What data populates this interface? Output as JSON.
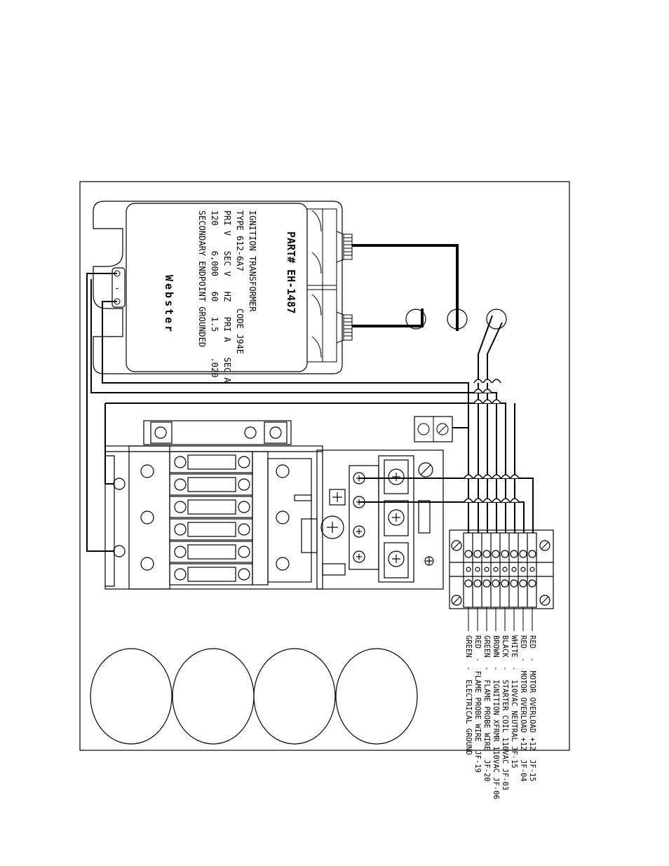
{
  "transformer": {
    "part_number": "PART# EH-1487",
    "line1": "IGNITION TRANSFORMER",
    "line2": "TYPE 612-6A7",
    "code": "CODE J94E",
    "header_row": "PRI V   SEC V   HZ   PRI A   SEC A",
    "values_row": "120     6,000   60   1.5     .020",
    "line5": "SECONDARY ENDPOINT GROUNDED",
    "brand": "Webster"
  },
  "transformer_terminal_label": "-",
  "wire_labels": [
    "RED  -  MOTOR OVERLOAD +12  JF-15",
    "RED  -  MOTOR OVERLOAD +12  JF-04",
    "WHITE  -  110VAC NEUTRAL JF-15",
    "BLACK  -  STARTER COIL 110VAC JF-03",
    "BROWN  -  IGNITION XFRMR 110VAC JF-06",
    "GREEN  -  FLAME PROBE WIRE  JF-20",
    "RED  -  FLAME PROBE WIRE  JF-19",
    "GREEN  -  ELECTRICAL GROUND"
  ]
}
